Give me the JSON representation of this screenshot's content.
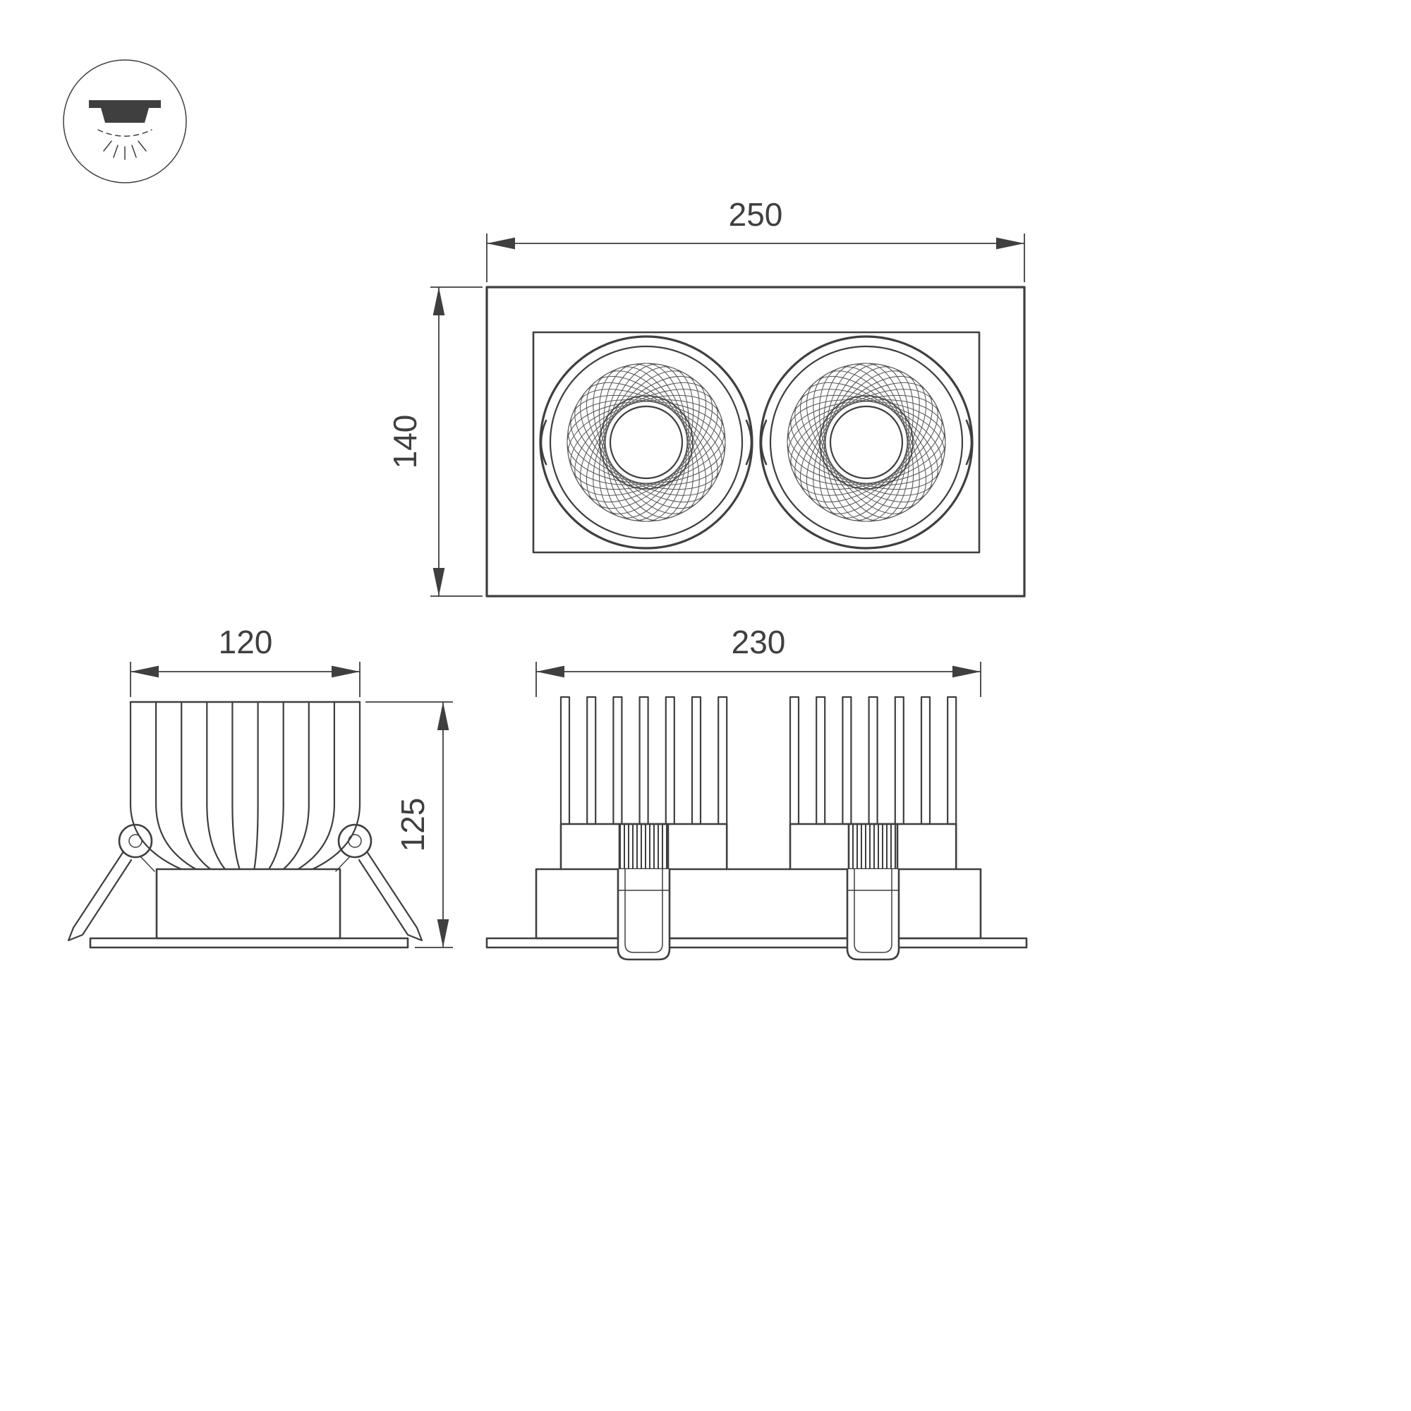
{
  "meta": {
    "background": "#ffffff",
    "line_color": "#3f3f3f"
  },
  "icon": {
    "name": "recessed-downlight-icon"
  },
  "dimensions": {
    "face_width": "250",
    "face_height": "140",
    "side_width": "120",
    "side_height": "125",
    "front_width": "230"
  }
}
